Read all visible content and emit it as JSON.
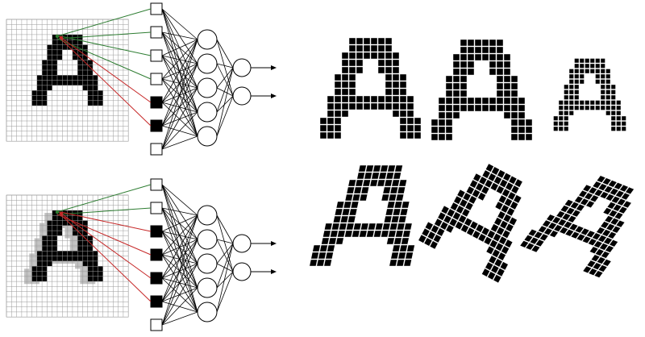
{
  "colors": {
    "background": "#ffffff",
    "grid_line": "#9a9a9a",
    "filled_cell": "#000000",
    "shadow_cell": "#c0c0c0",
    "green_connection": "#2e7d32",
    "red_connection": "#c62828",
    "network_line": "#000000"
  },
  "panels": [
    {
      "name": "aligned-input",
      "inputs": [
        "empty",
        "empty",
        "empty",
        "empty",
        "filled",
        "filled",
        "empty"
      ],
      "hidden_neurons": 5,
      "output_neurons": 2,
      "shadow": false
    },
    {
      "name": "offset-input",
      "inputs": [
        "empty",
        "empty",
        "filled",
        "filled",
        "filled",
        "filled",
        "empty"
      ],
      "hidden_neurons": 5,
      "output_neurons": 2,
      "shadow": true
    }
  ],
  "letter_variants": [
    {
      "name": "standard",
      "transform": "none"
    },
    {
      "name": "stretched",
      "transform": "wide"
    },
    {
      "name": "small",
      "transform": "small"
    },
    {
      "name": "skewed",
      "transform": "skew"
    },
    {
      "name": "rotated",
      "transform": "rotate"
    },
    {
      "name": "italic-rotated",
      "transform": "rotate-more"
    }
  ],
  "icons": {
    "arrow": "arrow-right-icon",
    "neuron": "neuron-circle-icon",
    "input_node": "input-square-icon"
  }
}
